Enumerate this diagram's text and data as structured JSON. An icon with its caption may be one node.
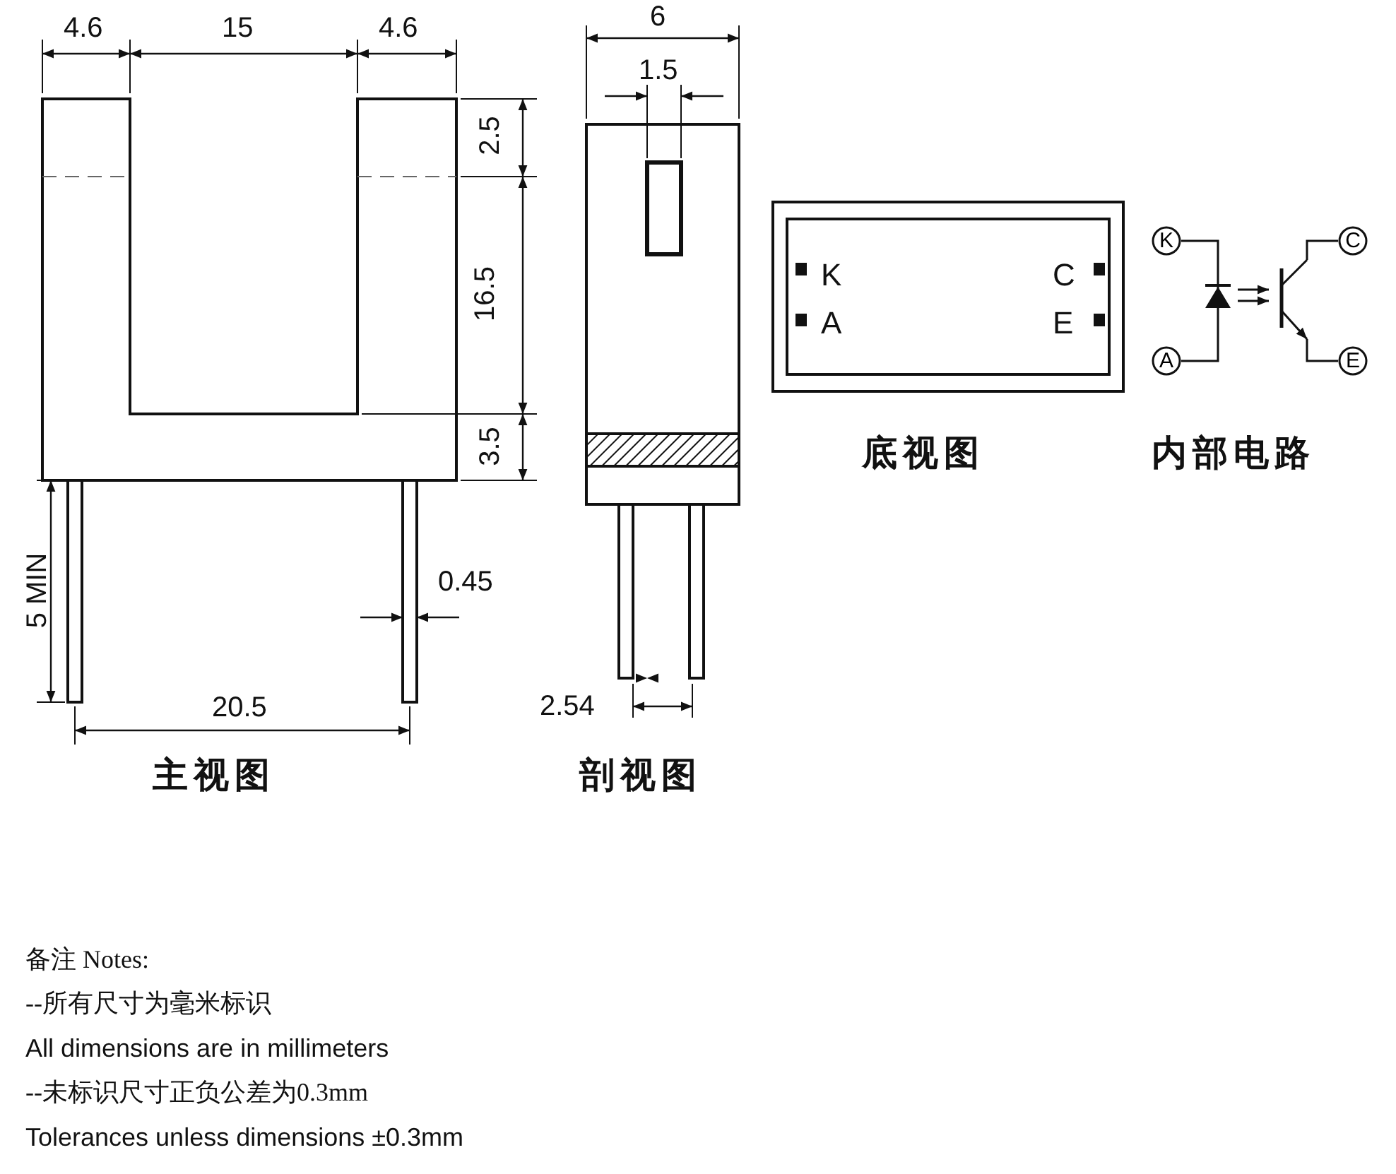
{
  "diagram": {
    "nodes": [
      {
        "text": [
          "K"
        ]
      },
      {
        "text": [],
        "shape": "picture"
      },
      {
        "text": [
          "C"
        ]
      },
      {
        "text": [],
        "shape": "picture"
      },
      {
        "text": [
          "A"
        ]
      },
      {
        "text": [
          "E"
        ]
      }
    ],
    "edges": [
      {
        "from": 0,
        "to": 1,
        "arrow": "none"
      },
      {
        "from": 4,
        "to": 1,
        "arrow": "none"
      },
      {
        "from": 2,
        "to": 3,
        "arrow": "none"
      },
      {
        "from": 5,
        "to": 3,
        "arrow": "none"
      },
      {
        "from": 1,
        "to": 3,
        "arrow": "to"
      },
      {
        "from": 1,
        "to": 3,
        "arrow": "to"
      }
    ],
    "labels": [
      "4.6",
      "15",
      "4.6",
      "6",
      "1.5",
      "2.5",
      "16.5",
      "3.5",
      "K",
      "C",
      "A",
      "E",
      "底视图",
      "内部电路",
      "5 MIN",
      "0.45",
      "20.5",
      "2.54",
      "主视图",
      "剖视图",
      "备注 Notes:",
      "--所有尺寸为毫米标识",
      "All dimensions are in millimeters",
      "--未标识尺寸正负公差为0.3mm",
      "Tolerances unless dimensions ±0.3mm"
    ]
  }
}
